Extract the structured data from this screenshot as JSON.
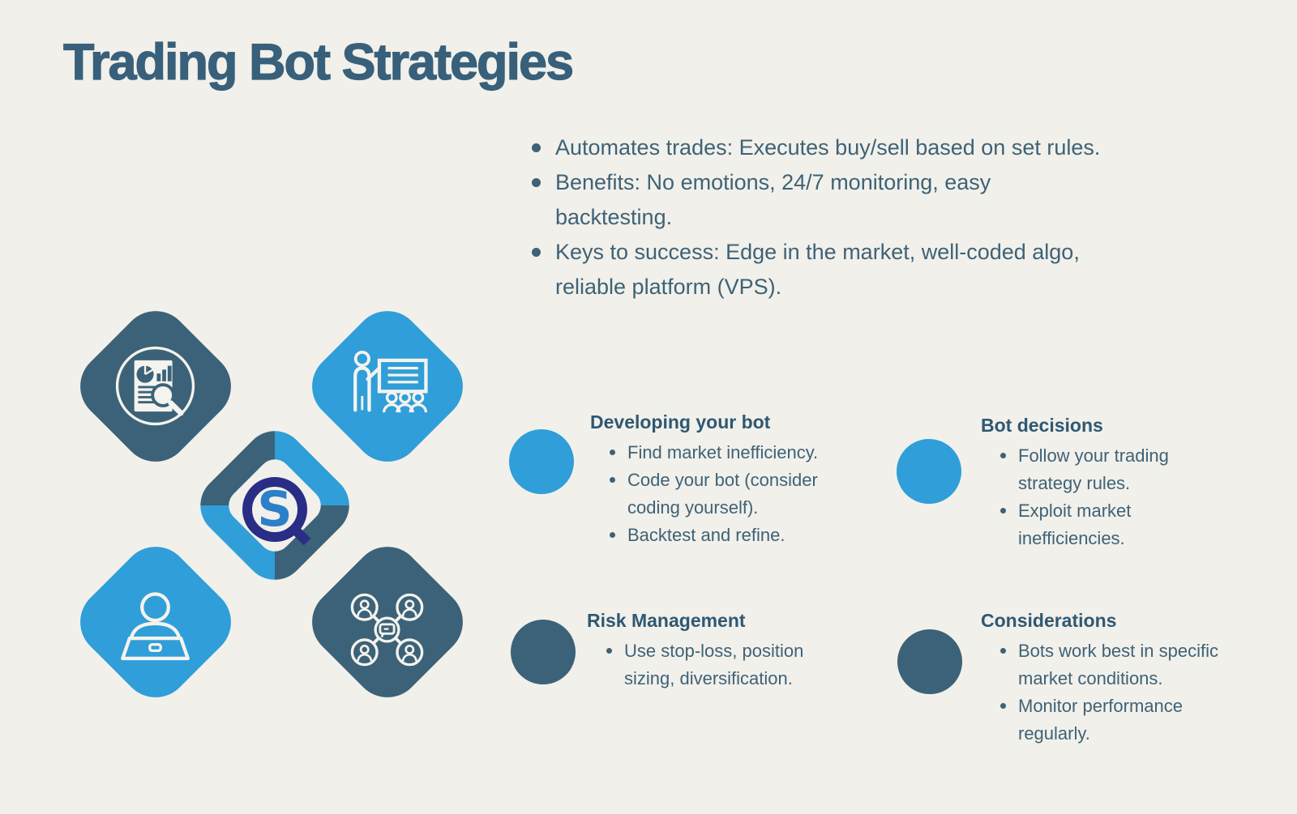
{
  "page": {
    "title": "Trading Bot Strategies"
  },
  "intro_bullets": [
    {
      "lines": [
        "Automates trades: Executes buy/sell based on set rules."
      ]
    },
    {
      "lines": [
        "Benefits: No emotions, 24/7 monitoring, easy",
        "backtesting."
      ]
    },
    {
      "lines": [
        "Keys to success: Edge in the market, well-coded algo,",
        "reliable platform (VPS)."
      ]
    }
  ],
  "sections": [
    {
      "title": "Developing your bot",
      "accent": "blue",
      "bullets": [
        {
          "lines": [
            "Find market inefficiency."
          ]
        },
        {
          "lines": [
            "Code your bot (consider",
            "coding yourself)."
          ]
        },
        {
          "lines": [
            "Backtest and refine."
          ]
        }
      ]
    },
    {
      "title": "Bot decisions",
      "accent": "blue",
      "bullets": [
        {
          "lines": [
            "Follow your trading",
            "strategy rules."
          ]
        },
        {
          "lines": [
            "Exploit market",
            "inefficiencies."
          ]
        }
      ]
    },
    {
      "title": "Risk Management",
      "accent": "dark",
      "bullets": [
        {
          "lines": [
            "Use stop-loss, position",
            "sizing, diversification."
          ]
        }
      ]
    },
    {
      "title": "Considerations",
      "accent": "dark",
      "bullets": [
        {
          "lines": [
            "Bots work best in specific",
            "market conditions."
          ]
        },
        {
          "lines": [
            "Monitor performance",
            "regularly."
          ]
        }
      ]
    }
  ],
  "diagram": {
    "diamonds": [
      {
        "position": "top-left",
        "color": "dark",
        "icon": "report-analysis-icon"
      },
      {
        "position": "top-right",
        "color": "blue",
        "icon": "presentation-icon"
      },
      {
        "position": "bottom-left",
        "color": "blue",
        "icon": "person-laptop-icon"
      },
      {
        "position": "bottom-right",
        "color": "dark",
        "icon": "community-icon"
      }
    ],
    "logo": {
      "letter": "S"
    }
  },
  "colors": {
    "background": "#f1f0ea",
    "dark": "#3b6278",
    "blue": "#2f9ed9",
    "navy": "#2a2d85",
    "logo_s": "#2c7fc8",
    "title": "#38607b",
    "text": "#3e6277",
    "heading": "#2f5873",
    "icon": "#f4f3ee"
  }
}
